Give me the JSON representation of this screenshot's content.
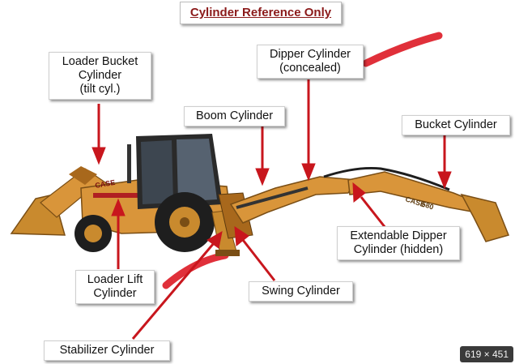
{
  "title": "Cylinder Reference Only",
  "labels": {
    "loader_bucket": [
      "Loader Bucket",
      "Cylinder",
      "(tilt cyl.)"
    ],
    "dipper": [
      "Dipper Cylinder",
      "(concealed)"
    ],
    "boom": [
      "Boom Cylinder"
    ],
    "bucket": [
      "Bucket Cylinder"
    ],
    "extendable_dipper": [
      "Extendable Dipper",
      "Cylinder (hidden)"
    ],
    "loader_lift": [
      "Loader Lift",
      "Cylinder"
    ],
    "swing": [
      "Swing Cylinder"
    ],
    "stabilizer": [
      "Stabilizer Cylinder"
    ]
  },
  "decals": {
    "brand": "CASE",
    "model": "580"
  },
  "size_badge": "619 × 451",
  "colors": {
    "arrow": "#c8161d",
    "title_text": "#8b1a1a",
    "machine_body": "#d9953a",
    "machine_dark": "#a8681c",
    "tire": "#1e1e1e",
    "rim": "#c98a2e",
    "cab_glass": "#3d4650",
    "brush_stroke": "#e0303a"
  }
}
